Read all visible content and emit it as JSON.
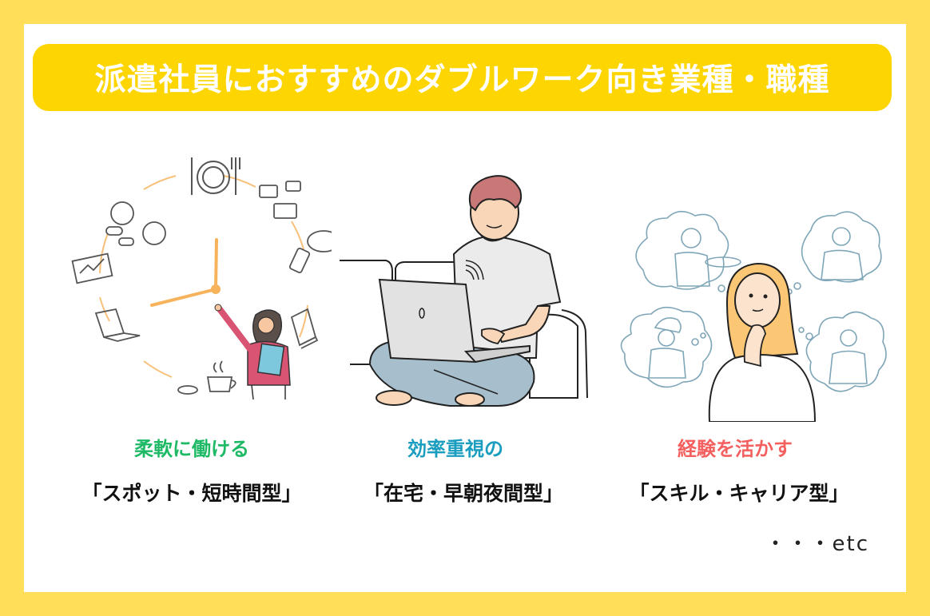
{
  "colors": {
    "outer_border": "#FFDE59",
    "panel": "#FFFFFF",
    "title_bg": "#FDD500",
    "title_text": "#FFFFFF",
    "green": "#1DB965",
    "teal": "#1A9DBE",
    "coral": "#F4605F",
    "dark_text": "#111111"
  },
  "header": {
    "title": "派遣社員におすすめのダブルワーク向き業種・職種"
  },
  "columns": [
    {
      "illustration": "woman-pointing-at-clock-with-daily-tasks",
      "subtitle": "柔軟に働ける",
      "subtitle_color": "#1DB965",
      "type_label": "「スポット・短時間型」"
    },
    {
      "illustration": "man-working-on-laptop-on-sofa",
      "subtitle": "効率重視の",
      "subtitle_color": "#1A9DBE",
      "type_label": "「在宅・早朝夜間型」"
    },
    {
      "illustration": "woman-thinking-about-careers",
      "subtitle": "経験を活かす",
      "subtitle_color": "#F4605F",
      "type_label": "「スキル・キャリア型」"
    }
  ],
  "footer": {
    "etc_label": "・・・etc"
  }
}
